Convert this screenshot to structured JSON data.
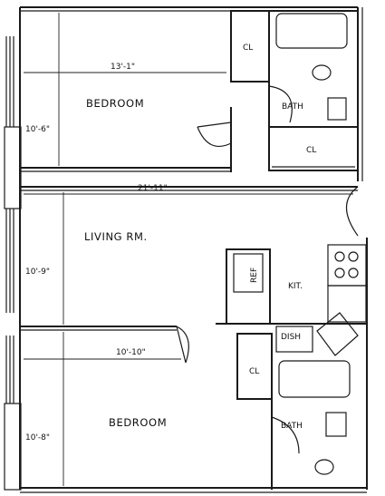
{
  "rooms": {
    "bedroom_top": "BEDROOM",
    "bath_top": "BATH",
    "closet_top_1": "CL",
    "closet_top_2": "CL",
    "living": "LIVING RM.",
    "kitchen": "KIT.",
    "refrigerator": "REF",
    "dishwasher": "DISH",
    "closet_bottom": "CL",
    "bedroom_bottom": "BEDROOM",
    "bath_bottom": "BATH"
  },
  "dimensions": {
    "bedroom_top_width": "13'-1\"",
    "bedroom_top_depth": "10'-6\"",
    "living_width": "21'-11\"",
    "living_depth": "10'-9\"",
    "bedroom_bottom_width": "10'-10\"",
    "bedroom_bottom_depth": "10'-8\""
  }
}
